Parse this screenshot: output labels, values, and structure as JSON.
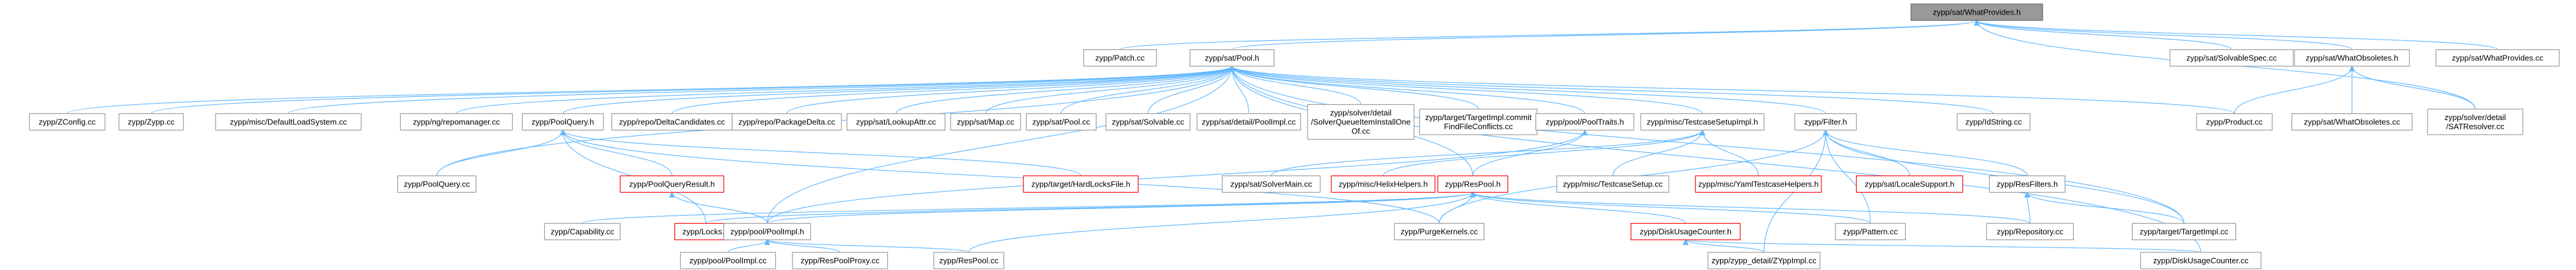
{
  "graph": {
    "nodes": [
      {
        "id": "root",
        "label": [
          "zypp/sat/WhatProvides.h"
        ],
        "style": "root"
      },
      {
        "id": "patch",
        "label": [
          "zypp/Patch.cc"
        ]
      },
      {
        "id": "pool_h",
        "label": [
          "zypp/sat/Pool.h"
        ]
      },
      {
        "id": "solvablespec",
        "label": [
          "zypp/sat/SolvableSpec.cc"
        ]
      },
      {
        "id": "whatobs_h",
        "label": [
          "zypp/sat/WhatObsoletes.h"
        ]
      },
      {
        "id": "whatprov_cc",
        "label": [
          "zypp/sat/WhatProvides.cc"
        ]
      },
      {
        "id": "zconfig",
        "label": [
          "zypp/ZConfig.cc"
        ]
      },
      {
        "id": "zypp_cc",
        "label": [
          "zypp/Zypp.cc"
        ]
      },
      {
        "id": "defaultload",
        "label": [
          "zypp/misc/DefaultLoadSystem.cc"
        ]
      },
      {
        "id": "repomgr",
        "label": [
          "zypp/ng/repomanager.cc"
        ]
      },
      {
        "id": "poolquery_h",
        "label": [
          "zypp/PoolQuery.h"
        ]
      },
      {
        "id": "deltacand",
        "label": [
          "zypp/repo/DeltaCandidates.cc"
        ]
      },
      {
        "id": "pkgdelta",
        "label": [
          "zypp/repo/PackageDelta.cc"
        ]
      },
      {
        "id": "lookupattr",
        "label": [
          "zypp/sat/LookupAttr.cc"
        ]
      },
      {
        "id": "map_cc",
        "label": [
          "zypp/sat/Map.cc"
        ]
      },
      {
        "id": "satpool_cc",
        "label": [
          "zypp/sat/Pool.cc"
        ]
      },
      {
        "id": "solvable_cc",
        "label": [
          "zypp/sat/Solvable.cc"
        ]
      },
      {
        "id": "satpoolimpl_cc",
        "label": [
          "zypp/sat/detail/PoolImpl.cc"
        ]
      },
      {
        "id": "queueitem",
        "label": [
          "zypp/solver/detail",
          "/SolverQueueItemInstallOne",
          "Of.cc"
        ]
      },
      {
        "id": "targetimpl_commit",
        "label": [
          "zypp/target/TargetImpl.commit",
          "FindFileConflicts.cc"
        ]
      },
      {
        "id": "pooltraits_h",
        "label": [
          "zypp/pool/PoolTraits.h"
        ]
      },
      {
        "id": "testcase_h",
        "label": [
          "zypp/misc/TestcaseSetupImpl.h"
        ]
      },
      {
        "id": "filter_h",
        "label": [
          "zypp/Filter.h"
        ]
      },
      {
        "id": "idstring",
        "label": [
          "zypp/IdString.cc"
        ]
      },
      {
        "id": "product",
        "label": [
          "zypp/Product.cc"
        ]
      },
      {
        "id": "whatobs_cc",
        "label": [
          "zypp/sat/WhatObsoletes.cc"
        ]
      },
      {
        "id": "satresolver",
        "label": [
          "zypp/solver/detail",
          "/SATResolver.cc"
        ]
      },
      {
        "id": "poolquery_cc",
        "label": [
          "zypp/PoolQuery.cc"
        ]
      },
      {
        "id": "hardlocks",
        "label": [
          "zypp/target/HardLocksFile.h"
        ],
        "style": "red"
      },
      {
        "id": "poolqueryresult",
        "label": [
          "zypp/PoolQueryResult.h"
        ],
        "style": "red"
      },
      {
        "id": "solvermain",
        "label": [
          "zypp/sat/SolverMain.cc"
        ]
      },
      {
        "id": "helixhelpers",
        "label": [
          "zypp/misc/HelixHelpers.h"
        ],
        "style": "red"
      },
      {
        "id": "respool_h",
        "label": [
          "zypp/ResPool.h"
        ],
        "style": "red"
      },
      {
        "id": "testcasesetup",
        "label": [
          "zypp/misc/TestcaseSetup.cc"
        ]
      },
      {
        "id": "yamltestcase",
        "label": [
          "zypp/misc/YamlTestcaseHelpers.h"
        ],
        "style": "red"
      },
      {
        "id": "localesupport",
        "label": [
          "zypp/sat/LocaleSupport.h"
        ],
        "style": "red"
      },
      {
        "id": "resfilters_h",
        "label": [
          "zypp/ResFilters.h"
        ]
      },
      {
        "id": "capability",
        "label": [
          "zypp/Capability.cc"
        ]
      },
      {
        "id": "locks_h",
        "label": [
          "zypp/Locks.h"
        ],
        "style": "red"
      },
      {
        "id": "poolimpl_h",
        "label": [
          "zypp/pool/PoolImpl.h"
        ]
      },
      {
        "id": "purgekernels",
        "label": [
          "zypp/PurgeKernels.cc"
        ]
      },
      {
        "id": "diskusage_h",
        "label": [
          "zypp/DiskUsageCounter.h"
        ],
        "style": "red"
      },
      {
        "id": "pattern",
        "label": [
          "zypp/Pattern.cc"
        ]
      },
      {
        "id": "repository",
        "label": [
          "zypp/Repository.cc"
        ]
      },
      {
        "id": "targetimpl_cc",
        "label": [
          "zypp/target/TargetImpl.cc"
        ]
      },
      {
        "id": "poolimpl_cc",
        "label": [
          "zypp/pool/PoolImpl.cc"
        ]
      },
      {
        "id": "respoolproxy",
        "label": [
          "zypp/ResPoolProxy.cc"
        ]
      },
      {
        "id": "respool_cc",
        "label": [
          "zypp/ResPool.cc"
        ]
      },
      {
        "id": "zyppdetail",
        "label": [
          "zypp/zypp_detail/ZYppImpl.cc"
        ]
      },
      {
        "id": "diskusage_cc",
        "label": [
          "zypp/DiskUsageCounter.cc"
        ]
      }
    ],
    "edges": [
      [
        "root",
        "patch"
      ],
      [
        "root",
        "pool_h"
      ],
      [
        "root",
        "solvablespec"
      ],
      [
        "root",
        "whatobs_h"
      ],
      [
        "root",
        "whatprov_cc"
      ],
      [
        "root",
        "satresolver"
      ],
      [
        "whatobs_h",
        "product"
      ],
      [
        "whatobs_h",
        "whatobs_cc"
      ],
      [
        "whatobs_h",
        "satresolver"
      ],
      [
        "pool_h",
        "zconfig"
      ],
      [
        "pool_h",
        "zypp_cc"
      ],
      [
        "pool_h",
        "defaultload"
      ],
      [
        "pool_h",
        "repomgr"
      ],
      [
        "pool_h",
        "poolquery_h"
      ],
      [
        "pool_h",
        "deltacand"
      ],
      [
        "pool_h",
        "pkgdelta"
      ],
      [
        "pool_h",
        "lookupattr"
      ],
      [
        "pool_h",
        "map_cc"
      ],
      [
        "pool_h",
        "satpool_cc"
      ],
      [
        "pool_h",
        "solvable_cc"
      ],
      [
        "pool_h",
        "satpoolimpl_cc"
      ],
      [
        "pool_h",
        "queueitem"
      ],
      [
        "pool_h",
        "targetimpl_commit"
      ],
      [
        "pool_h",
        "pooltraits_h"
      ],
      [
        "pool_h",
        "testcase_h"
      ],
      [
        "pool_h",
        "filter_h"
      ],
      [
        "pool_h",
        "idstring"
      ],
      [
        "pool_h",
        "product"
      ],
      [
        "pool_h",
        "poolquery_cc"
      ],
      [
        "pool_h",
        "poolimpl_h"
      ],
      [
        "pool_h",
        "respool_h"
      ],
      [
        "pool_h",
        "targetimpl_cc"
      ],
      [
        "pool_h",
        "diskusage_cc"
      ],
      [
        "poolquery_h",
        "poolquery_cc"
      ],
      [
        "poolquery_h",
        "hardlocks"
      ],
      [
        "poolquery_h",
        "poolqueryresult"
      ],
      [
        "poolquery_h",
        "locks_h"
      ],
      [
        "poolquery_h",
        "purgekernels"
      ],
      [
        "pooltraits_h",
        "poolimpl_h"
      ],
      [
        "pooltraits_h",
        "respool_h"
      ],
      [
        "testcase_h",
        "testcasesetup"
      ],
      [
        "testcase_h",
        "yamltestcase"
      ],
      [
        "testcase_h",
        "solvermain"
      ],
      [
        "testcase_h",
        "helixhelpers"
      ],
      [
        "filter_h",
        "resfilters_h"
      ],
      [
        "filter_h",
        "localesupport"
      ],
      [
        "filter_h",
        "purgekernels"
      ],
      [
        "filter_h",
        "pattern"
      ],
      [
        "filter_h",
        "zyppdetail"
      ],
      [
        "filter_h",
        "targetimpl_cc"
      ],
      [
        "resfilters_h",
        "targetimpl_cc"
      ],
      [
        "resfilters_h",
        "repository"
      ],
      [
        "poolqueryresult",
        "poolimpl_h"
      ],
      [
        "respool_h",
        "capability"
      ],
      [
        "respool_h",
        "locks_h"
      ],
      [
        "respool_h",
        "poolimpl_h"
      ],
      [
        "respool_h",
        "purgekernels"
      ],
      [
        "respool_h",
        "diskusage_h"
      ],
      [
        "respool_h",
        "pattern"
      ],
      [
        "respool_h",
        "repository"
      ],
      [
        "respool_h",
        "respool_cc"
      ],
      [
        "diskusage_h",
        "zyppdetail"
      ],
      [
        "diskusage_h",
        "diskusage_cc"
      ],
      [
        "poolimpl_h",
        "poolimpl_cc"
      ],
      [
        "poolimpl_h",
        "respoolproxy"
      ],
      [
        "poolimpl_h",
        "respool_cc"
      ]
    ]
  }
}
